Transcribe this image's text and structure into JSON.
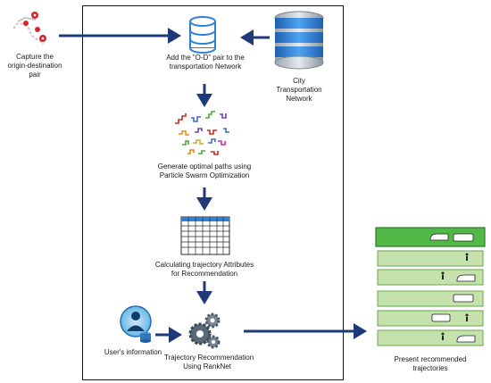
{
  "labels": {
    "capture": [
      "Capture the",
      "origin-destination",
      "pair"
    ],
    "add_od": [
      "Add the “O-D” pair to the",
      "transportation Network"
    ],
    "city": [
      "City",
      "Transportation",
      "Network"
    ],
    "generate": [
      "Generate optimal paths using",
      "Particle Swarm Optimization"
    ],
    "calc": [
      "Calculating trajectory Attributes",
      "for Recommendation"
    ],
    "user": [
      "User's information"
    ],
    "rec": [
      "Trajectory Recommendation",
      "Using RankNet"
    ],
    "present": [
      "Present recommended",
      "trajectories"
    ]
  },
  "icons": {
    "map_pins": "map-pins-icon",
    "database_small": "database-icon",
    "database_large": "server-database-icon",
    "paths": "paths-icon",
    "table": "table-icon",
    "user": "user-icon",
    "gears": "gears-icon",
    "trajectory_list": "trajectory-list-icon"
  },
  "colors": {
    "arrow": "#1f3a78",
    "db_blue": "#2e7fd6",
    "list_green": "#52b848",
    "list_light": "#c5e2ad",
    "list_border": "#6aa653"
  }
}
